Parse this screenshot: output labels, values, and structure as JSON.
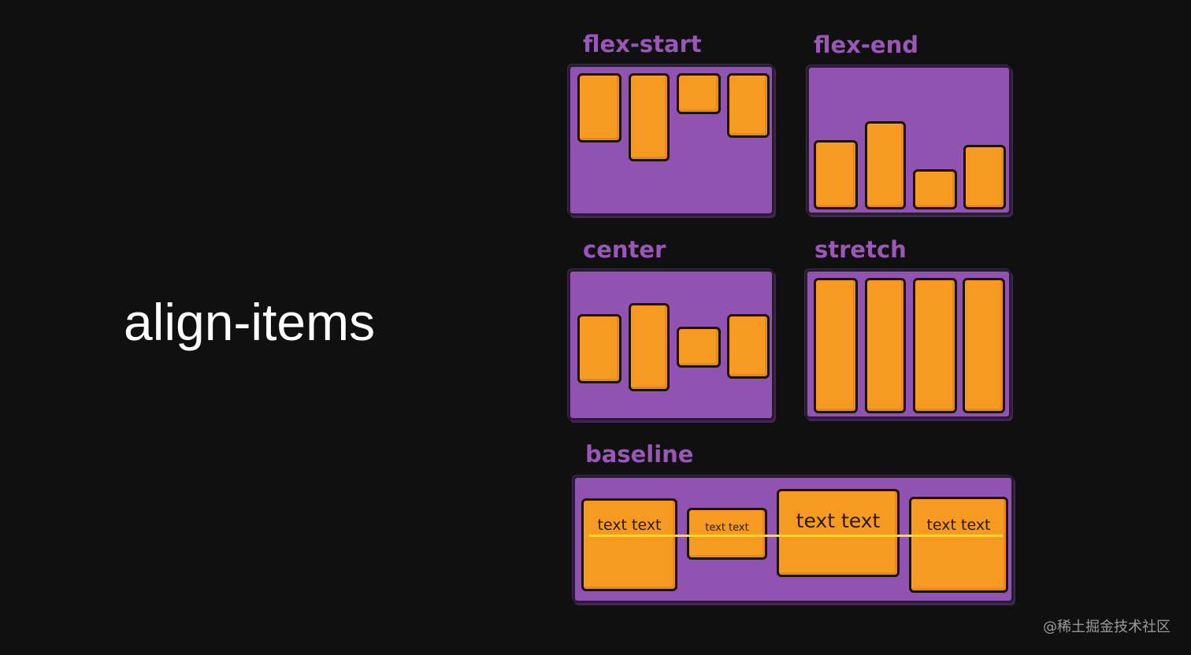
{
  "title": "align-items",
  "panels": {
    "flex_start": {
      "label": "flex-start"
    },
    "flex_end": {
      "label": "flex-end"
    },
    "center": {
      "label": "center"
    },
    "stretch": {
      "label": "stretch"
    },
    "baseline": {
      "label": "baseline",
      "items": [
        "text text",
        "text text",
        "text text",
        "text text"
      ]
    }
  },
  "watermark": "@稀土掘金技术社区",
  "colors": {
    "background": "#111010",
    "label": "#9a56b8",
    "container": "#9153b2",
    "item": "#f79a21",
    "baseline_line": "#f4e21a"
  }
}
